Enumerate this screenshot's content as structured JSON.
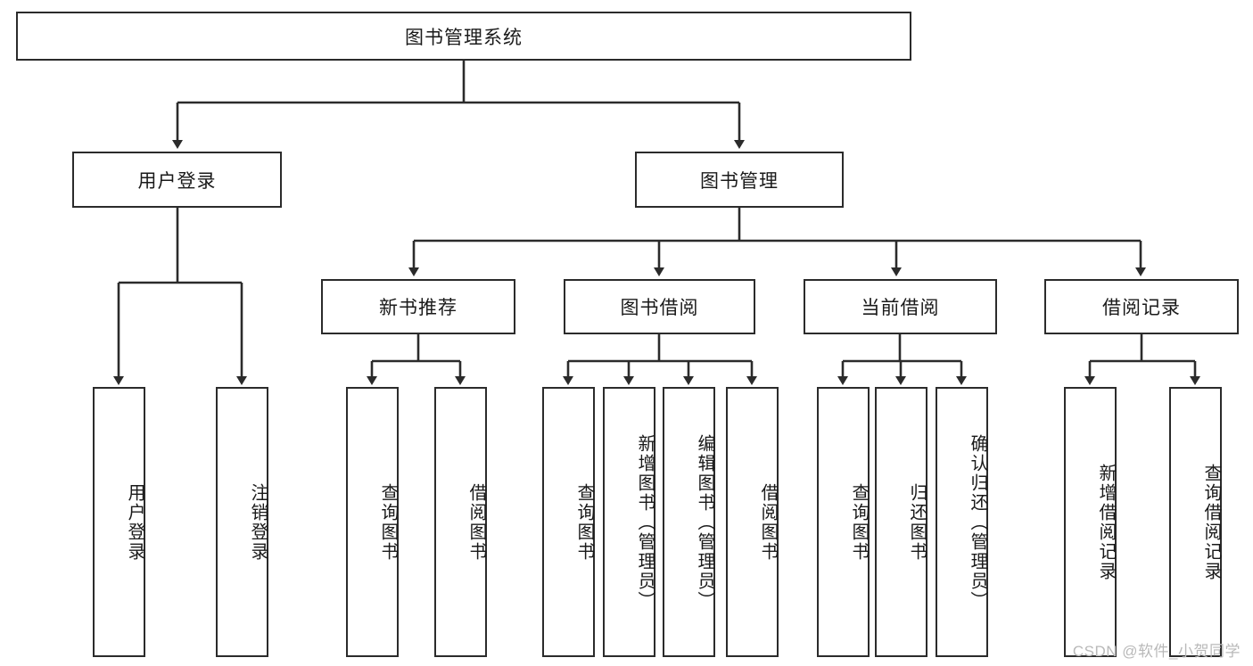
{
  "diagram": {
    "type": "tree-hierarchy",
    "title": "图书管理系统",
    "watermark": "CSDN @软件_小贺同学",
    "colors": {
      "box_border": "#2b2b2b",
      "box_fill": "#ffffff",
      "line": "#2b2b2b",
      "text": "#1a1a1a",
      "watermark": "#b9b9b9",
      "background": "#ffffff"
    },
    "root": {
      "label": "图书管理系统"
    },
    "level1": [
      {
        "label": "用户登录"
      },
      {
        "label": "图书管理"
      }
    ],
    "level2": [
      {
        "label": "新书推荐"
      },
      {
        "label": "图书借阅"
      },
      {
        "label": "当前借阅"
      },
      {
        "label": "借阅记录"
      }
    ],
    "leaves": {
      "user_login": [
        {
          "label": "用户登录"
        },
        {
          "label": "注销登录"
        }
      ],
      "new_book_recommend": [
        {
          "label": "查询图书"
        },
        {
          "label": "借阅图书"
        }
      ],
      "book_borrow": [
        {
          "label": "查询图书"
        },
        {
          "label": "新增图书（管理员）"
        },
        {
          "label": "编辑图书（管理员）"
        },
        {
          "label": "借阅图书"
        }
      ],
      "current_borrow": [
        {
          "label": "查询图书"
        },
        {
          "label": "归还图书"
        },
        {
          "label": "确认归还（管理员）"
        }
      ],
      "borrow_record": [
        {
          "label": "新增借阅记录"
        },
        {
          "label": "查询借阅记录"
        }
      ]
    }
  }
}
